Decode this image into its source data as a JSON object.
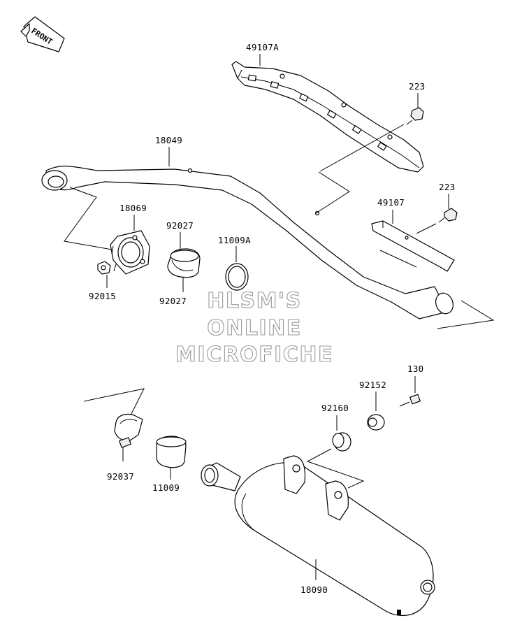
{
  "front_badge": "FRONT",
  "watermark": [
    "HLSM'S",
    "ONLINE",
    "MICROFICHE"
  ],
  "part_labels": {
    "p49107A": "49107A",
    "p223a": "223",
    "p18049": "18049",
    "p223b": "223",
    "p49107": "49107",
    "p18069": "18069",
    "p92027a": "92027",
    "p11009A": "11009A",
    "p92015": "92015",
    "p92027b": "92027",
    "p130": "130",
    "p92152": "92152",
    "p92160": "92160",
    "p92037": "92037",
    "p11009": "11009",
    "p18090": "18090"
  },
  "colors": {
    "line": "#000000",
    "watermark_outline": "#9a9a9a",
    "background": "#ffffff"
  }
}
